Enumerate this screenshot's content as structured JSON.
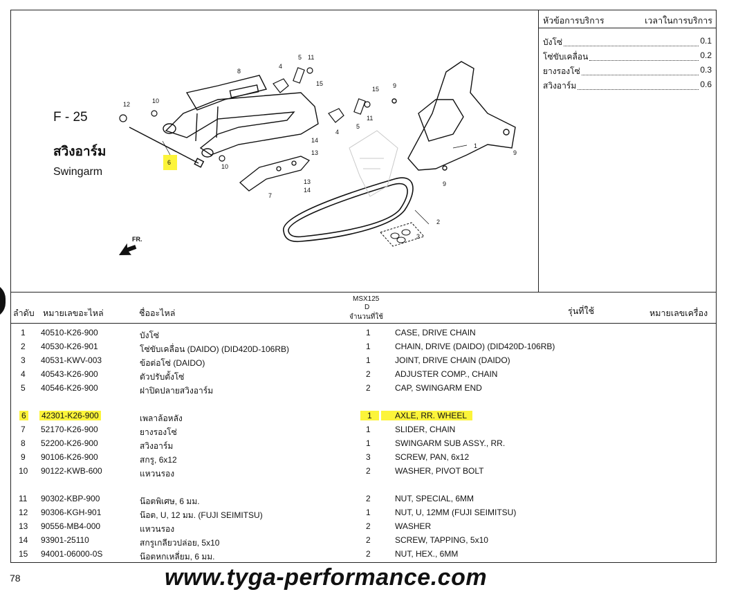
{
  "figure": {
    "code": "F - 25",
    "title_thai": "สวิงอาร์ม",
    "title_en": "Swingarm",
    "front_label": "FR."
  },
  "service": {
    "head_left": "หัวข้อการบริการ",
    "head_right": "เวลาในการบริการ",
    "items": [
      {
        "label": "บังโซ่",
        "value": "0.1"
      },
      {
        "label": "โซ่ขับเคลื่อน",
        "value": "0.2"
      },
      {
        "label": "ยางรองโซ่",
        "value": "0.3"
      },
      {
        "label": "สวิงอาร์ม",
        "value": "0.6"
      }
    ]
  },
  "table_head": {
    "ref": "ลำดับ",
    "part_no": "หมายเลขอะไหล่",
    "part_name": "ชื่ออะไหล่",
    "model": "MSX125",
    "type": "D",
    "qty": "จำนวนที่ใช้",
    "models_used": "รุ่นที่ใช้",
    "engine_no": "หมายเลขเครื่อง"
  },
  "parts": [
    {
      "ref": "1",
      "no": "40510-K26-900",
      "thai": "บังโซ่",
      "qty": "1",
      "desc": "CASE, DRIVE CHAIN"
    },
    {
      "ref": "2",
      "no": "40530-K26-901",
      "thai": "โซ่ขับเคลื่อน (DAIDO) (DID420D-106RB)",
      "qty": "1",
      "desc": "CHAIN, DRIVE (DAIDO) (DID420D-106RB)"
    },
    {
      "ref": "3",
      "no": "40531-KWV-003",
      "thai": "ข้อต่อโซ่ (DAIDO)",
      "qty": "1",
      "desc": "JOINT, DRIVE CHAIN (DAIDO)"
    },
    {
      "ref": "4",
      "no": "40543-K26-900",
      "thai": "ตัวปรับตั้งโซ่",
      "qty": "2",
      "desc": "ADJUSTER COMP., CHAIN"
    },
    {
      "ref": "5",
      "no": "40546-K26-900",
      "thai": "ฝาปิดปลายสวิงอาร์ม",
      "qty": "2",
      "desc": "CAP, SWINGARM END"
    },
    {
      "ref": "6",
      "no": "42301-K26-900",
      "thai": "เพลาล้อหลัง",
      "qty": "1",
      "desc": "AXLE, RR. WHEEL"
    },
    {
      "ref": "7",
      "no": "52170-K26-900",
      "thai": "ยางรองโซ่",
      "qty": "1",
      "desc": "SLIDER, CHAIN"
    },
    {
      "ref": "8",
      "no": "52200-K26-900",
      "thai": "สวิงอาร์ม",
      "qty": "1",
      "desc": "SWINGARM SUB ASSY., RR."
    },
    {
      "ref": "9",
      "no": "90106-K26-900",
      "thai": "สกรู, 6x12",
      "qty": "3",
      "desc": "SCREW, PAN, 6x12"
    },
    {
      "ref": "10",
      "no": "90122-KWB-600",
      "thai": "แหวนรอง",
      "qty": "2",
      "desc": "WASHER, PIVOT BOLT"
    },
    {
      "ref": "11",
      "no": "90302-KBP-900",
      "thai": "น๊อตพิเศษ, 6 มม.",
      "qty": "2",
      "desc": "NUT, SPECIAL, 6MM"
    },
    {
      "ref": "12",
      "no": "90306-KGH-901",
      "thai": "น๊อต, U, 12 มม. (FUJI SEIMITSU)",
      "qty": "1",
      "desc": "NUT, U, 12MM (FUJI SEIMITSU)"
    },
    {
      "ref": "13",
      "no": "90556-MB4-000",
      "thai": "แหวนรอง",
      "qty": "2",
      "desc": "WASHER"
    },
    {
      "ref": "14",
      "no": "93901-25110",
      "thai": "สกรูเกลียวปล่อย, 5x10",
      "qty": "2",
      "desc": "SCREW, TAPPING, 5x10"
    },
    {
      "ref": "15",
      "no": "94001-06000-0S",
      "thai": "น๊อตหกเหลี่ยม, 6 มม.",
      "qty": "2",
      "desc": "NUT, HEX., 6MM"
    }
  ],
  "page_number": "78",
  "website": "www.tyga-performance.com",
  "colors": {
    "highlight": "#fcf43a",
    "ink": "#111111"
  }
}
